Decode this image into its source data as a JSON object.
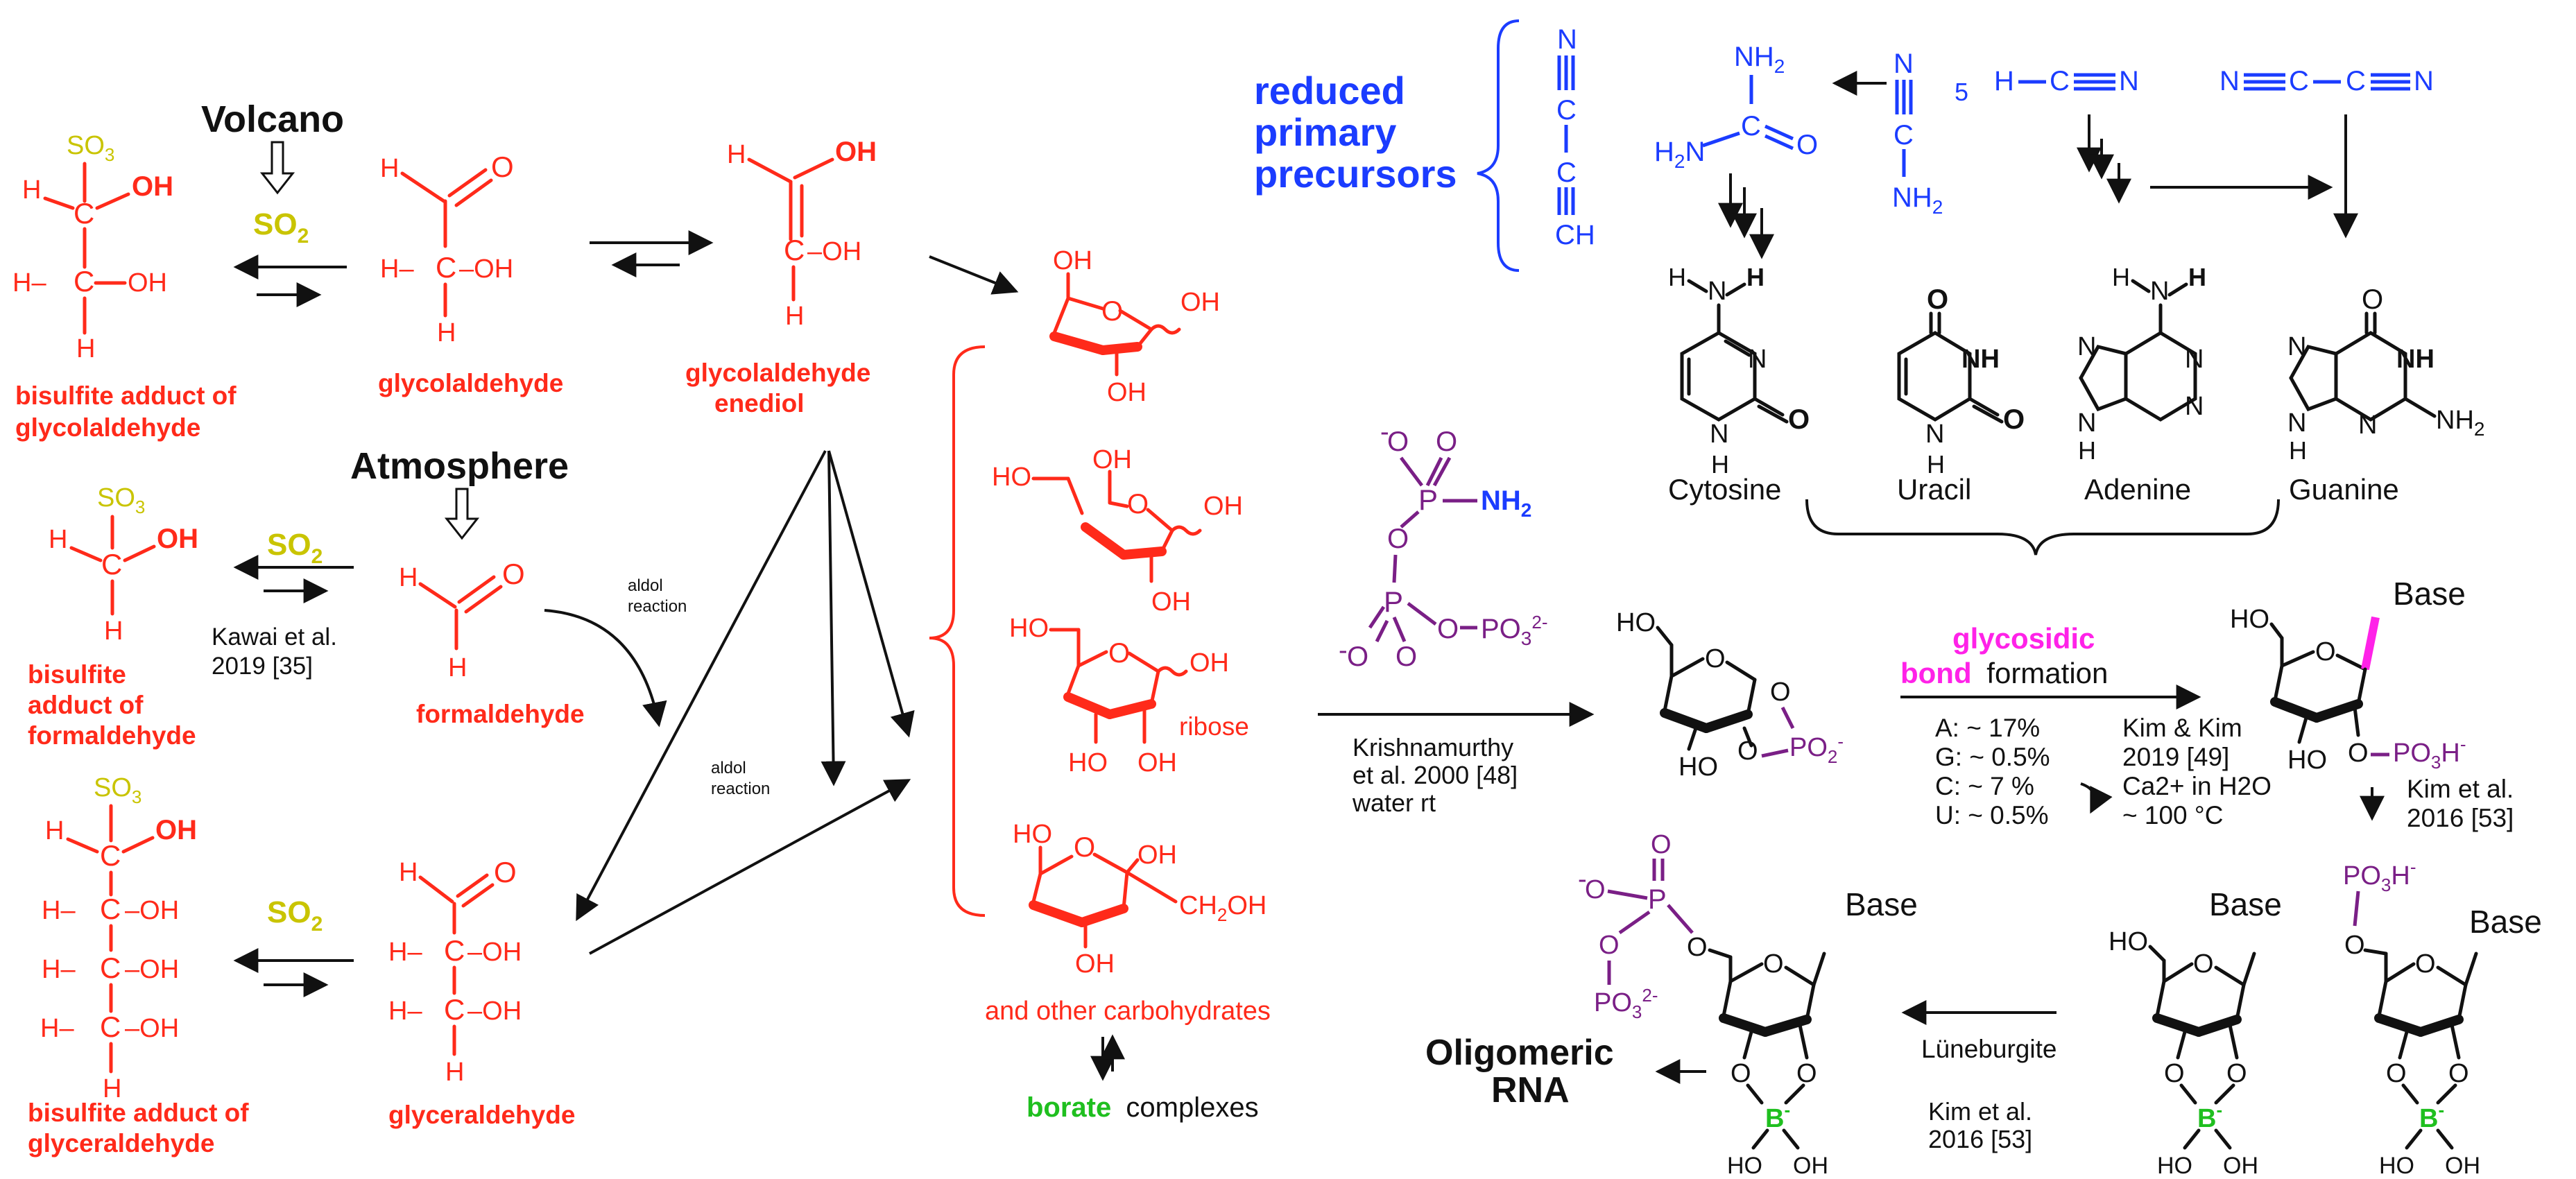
{
  "labels": {
    "volcano": "Volcano",
    "atmosphere": "Atmosphere",
    "so2": "SO2",
    "bisulfite_glycolaldehyde": [
      "bisulfite adduct of",
      "glycolaldehyde"
    ],
    "glycolaldehyde": "glycolaldehyde",
    "glycolaldehyde_enediol": [
      "glycolaldehyde",
      "enediol"
    ],
    "bisulfite_formaldehyde": [
      "bisulfite",
      "adduct of",
      "formaldehyde"
    ],
    "kawai_ref": [
      "Kawai et al.",
      "2019 [35]"
    ],
    "formaldehyde": "formaldehyde",
    "aldol_reaction": [
      "aldol",
      "reaction"
    ],
    "bisulfite_glyceraldehyde": [
      "bisulfite adduct of",
      "glyceraldehyde"
    ],
    "glyceraldehyde": "glyceraldehyde",
    "ribose": "ribose",
    "other_carbohydrates": "and other carbohydrates",
    "borate": "borate",
    "complexes": "complexes",
    "reduced_primary_precursors": [
      "reduced",
      "primary",
      "precursors"
    ],
    "multiplier_5": "5",
    "cytosine": "Cytosine",
    "uracil": "Uracil",
    "adenine": "Adenine",
    "guanine": "Guanine",
    "krishnamurthy_ref": [
      "Krishnamurthy",
      "et al. 2000 [48]",
      "water rt"
    ],
    "glycosidic": "glycosidic",
    "bond": "bond",
    "formation": "formation",
    "yields": [
      "A: ~ 17%",
      "G: ~ 0.5%",
      "C: ~ 7 %",
      "U: ~ 0.5%"
    ],
    "kim_kim_ref": [
      "Kim & Kim",
      "2019 [49]",
      "Ca2+ in H2O",
      "~ 100 °C"
    ],
    "kim_2016_ref_a": [
      "Kim et al.",
      "2016  [53]"
    ],
    "luneburgite": "Lüneburgite",
    "kim_2016_ref_b": [
      "Kim et al.",
      "2016  [53]"
    ],
    "oligomeric_rna": [
      "Oligomeric",
      "RNA"
    ],
    "base": "Base"
  },
  "colors": {
    "carbohydrate": "#ff2a1a",
    "precursor": "#1b3cff",
    "sulfur": "#c9c400",
    "phosphate": "#7a1f86",
    "glycosidic": "#ff22e8",
    "borate": "#1fbf1f"
  }
}
